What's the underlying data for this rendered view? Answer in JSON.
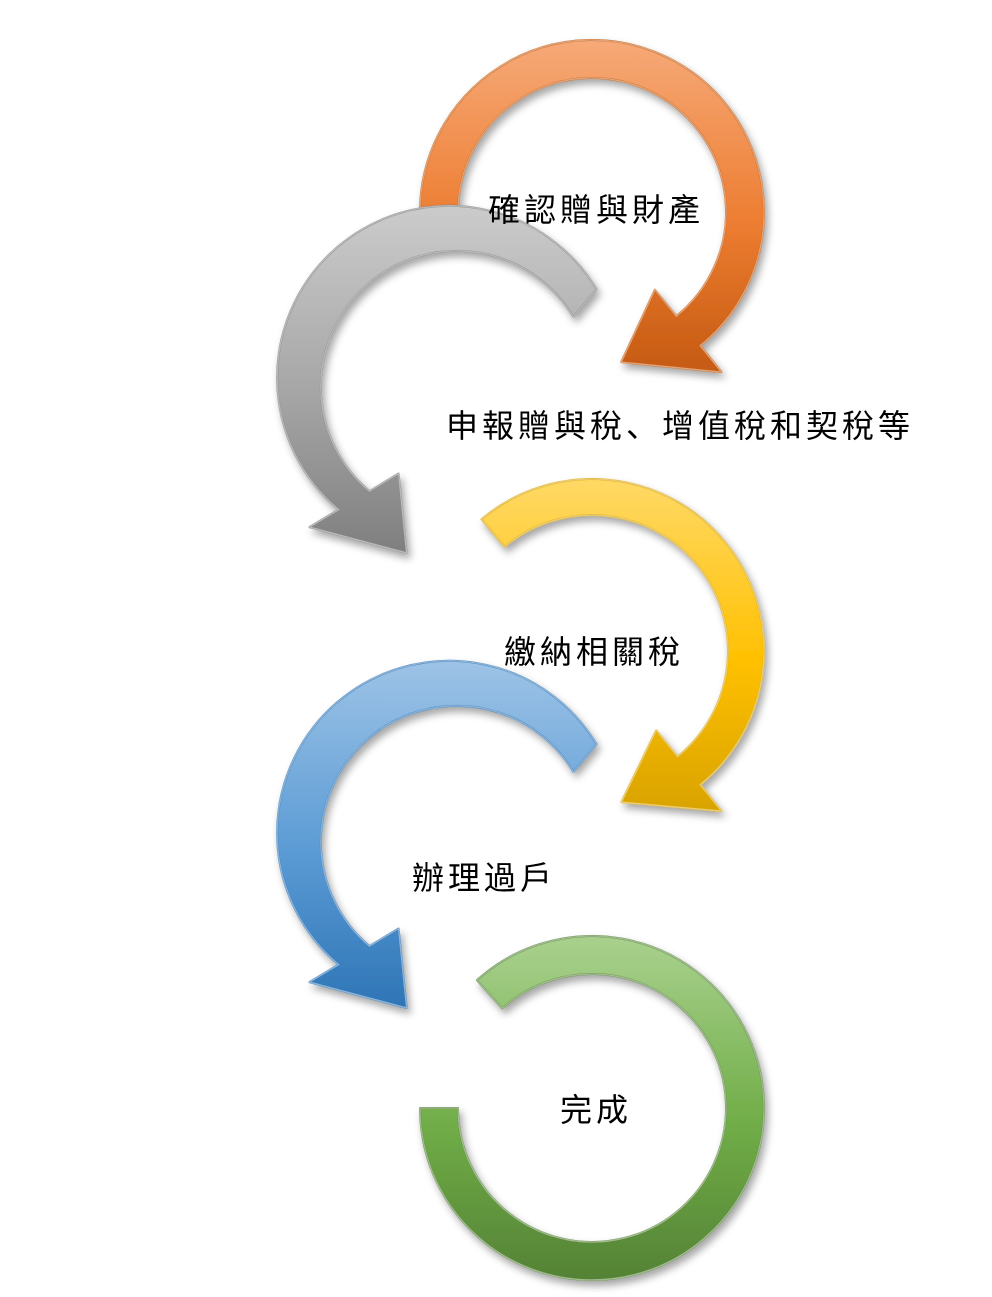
{
  "steps": [
    {
      "label": "確認贈與財產",
      "color": "#ED7D31",
      "color_light": "#F6A978",
      "color_dark": "#C55A11"
    },
    {
      "label": "申報贈與稅、增值稅和契稅等",
      "color": "#A5A5A5",
      "color_light": "#CBCBCB",
      "color_dark": "#7F7F7F"
    },
    {
      "label": "繳納相關稅",
      "color": "#FFC000",
      "color_light": "#FFD966",
      "color_dark": "#D9A300"
    },
    {
      "label": "辦理過戶",
      "color": "#5B9BD5",
      "color_light": "#9DC3E6",
      "color_dark": "#2E75B6"
    },
    {
      "label": "完成",
      "color": "#70AD47",
      "color_light": "#A9D18E",
      "color_dark": "#548235"
    }
  ]
}
